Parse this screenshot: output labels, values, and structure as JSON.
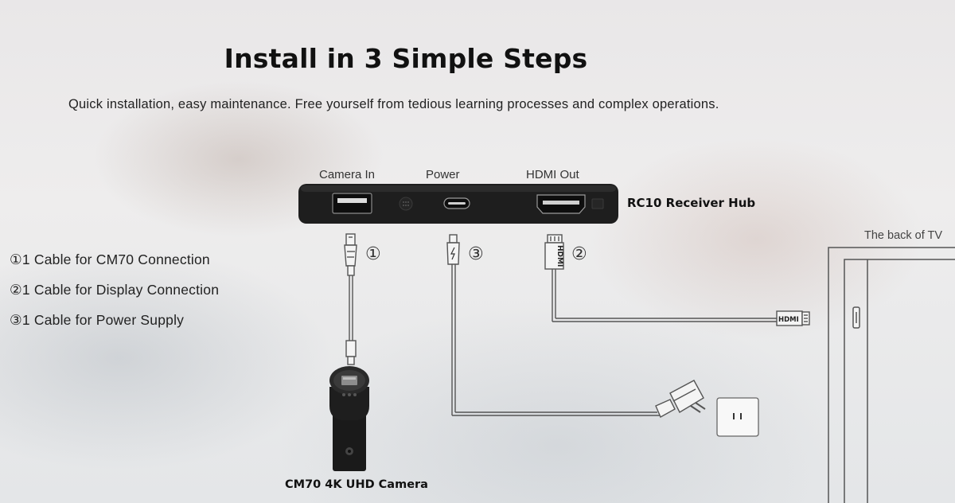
{
  "header": {
    "title": "Install in 3 Simple Steps",
    "subtitle": "Quick installation, easy maintenance. Free yourself from tedious learning processes and complex operations."
  },
  "steps": [
    "①1 Cable for CM70 Connection",
    "②1 Cable for Display Connection",
    "③1 Cable for Power Supply"
  ],
  "hub": {
    "name": "RC10 Receiver Hub",
    "ports": [
      "Camera In",
      "Power",
      "HDMI Out"
    ]
  },
  "cable_markers": [
    "①",
    "③",
    "②"
  ],
  "hdmi_plug_text": "HDMI",
  "tv_label": "The back of TV",
  "camera_label": "CM70 4K UHD Camera",
  "icons": [
    "usb-port-icon",
    "usb-c-port-icon",
    "hdmi-port-icon",
    "lightning-icon",
    "wall-outlet-icon",
    "power-adapter-icon",
    "camera-icon"
  ]
}
